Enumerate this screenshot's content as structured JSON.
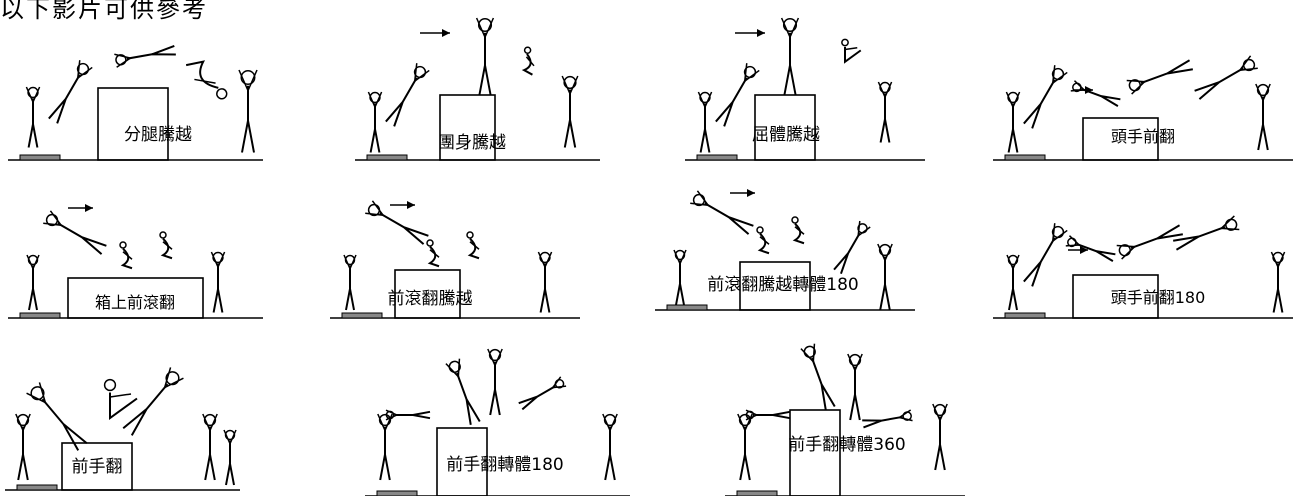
{
  "heading": "以下影片可供參考",
  "colors": {
    "ink": "#000000",
    "background": "#ffffff"
  },
  "vaults": [
    {
      "label": "分腿騰越"
    },
    {
      "label": "團身騰越"
    },
    {
      "label": "屈體騰越"
    },
    {
      "label": "頭手前翻"
    },
    {
      "label": "箱上前滾翻"
    },
    {
      "label": "前滾翻騰越"
    },
    {
      "label": "前滾翻騰越轉體180"
    },
    {
      "label": "頭手前翻180"
    },
    {
      "label": "前手翻"
    },
    {
      "label": "前手翻轉體180"
    },
    {
      "label": "前手翻轉體360"
    }
  ]
}
